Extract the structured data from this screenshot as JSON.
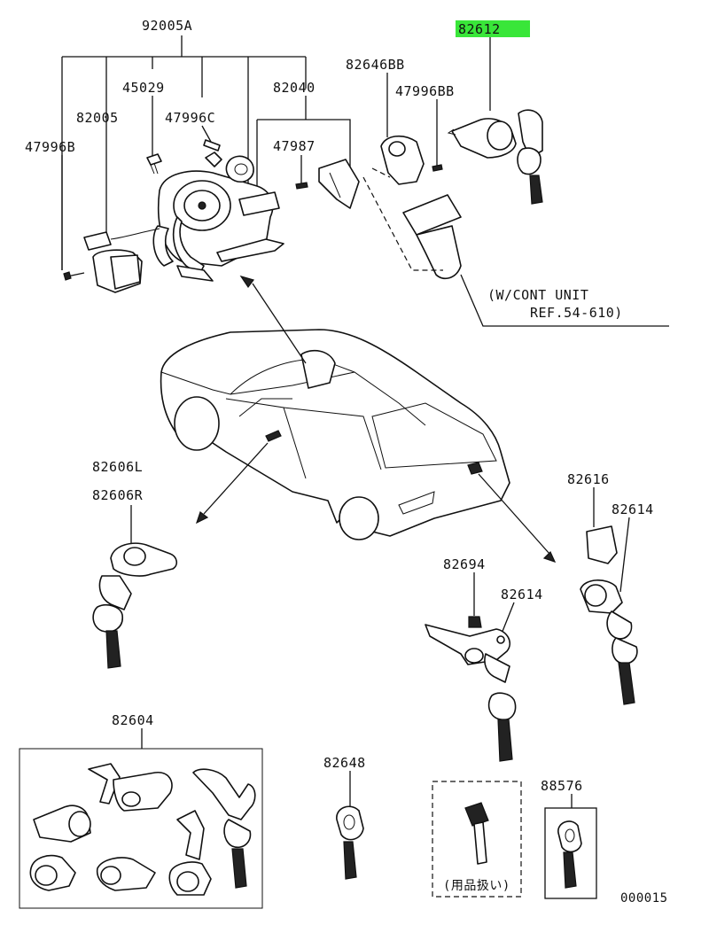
{
  "labels": {
    "p92005A": "92005A",
    "p82612": "82612",
    "p82646BB": "82646BB",
    "p45029": "45029",
    "p82040": "82040",
    "p47996BB": "47996BB",
    "p82005": "82005",
    "p47996C": "47996C",
    "p47987": "47987",
    "p47996B": "47996B",
    "ref_line1": "(W/CONT UNIT",
    "ref_line2": "REF.54-610)",
    "p82606L": "82606L",
    "p82606R": "82606R",
    "p82616": "82616",
    "p82614a": "82614",
    "p82694": "82694",
    "p82614b": "82614",
    "p82604": "82604",
    "p82648": "82648",
    "p88576": "88576",
    "jp_note": "(用品扱い)",
    "code": "000015"
  },
  "highlight_color": "#39e639"
}
